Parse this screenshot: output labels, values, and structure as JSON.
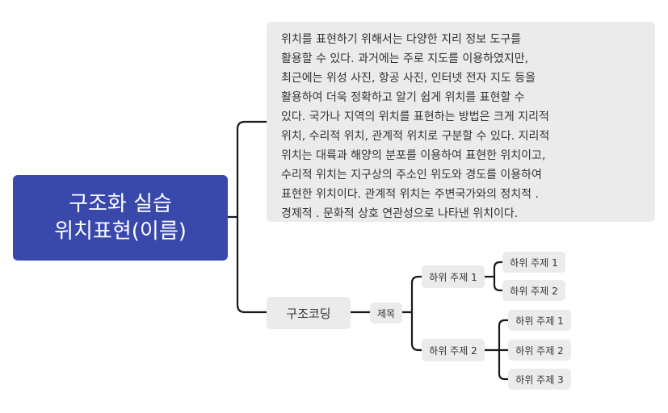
{
  "root": {
    "line1": "구조화 실습",
    "line2": "위치표현(이름)"
  },
  "note": {
    "lines": [
      "위치를 표현하기 위해서는 다양한 지리 정보 도구를",
      "활용할 수 있다. 과거에는 주로 지도를 이용하였지만,",
      "최근에는 위성 사진, 항공 사진, 인터넷 전자 지도 등을",
      "활용하여 더욱 정확하고 알기 쉽게 위치를 표현할 수",
      "있다. 국가나 지역의 위치를 표현하는 방법은 크게 지리적",
      "위치, 수리적 위치, 관계적 위치로 구분할 수 있다.  지리적",
      "위치는 대륙과 해양의 분포를 이용하여 표현한 위치이고,",
      "수리적 위치는 지구상의 주소인 위도와 경도를 이용하여",
      "표현한 위치이다. 관계적 위치는 주변국가와의 정치적 .",
      "경제적 . 문화적 상호 연관성으로 나타낸 위치이다."
    ]
  },
  "branch": {
    "title": "구조코딩",
    "label": "제목",
    "subtopics": [
      {
        "label": "하위 주제 1",
        "children": [
          "하위 주제 1",
          "하위 주제 2"
        ]
      },
      {
        "label": "하위 주제 2",
        "children": [
          "하위 주제 1",
          "하위 주제 2",
          "하위 주제 3"
        ]
      }
    ]
  },
  "colors": {
    "root_fill": "#3949ab",
    "topic_fill": "#ebebeb",
    "connector": "#1a1a1a"
  }
}
